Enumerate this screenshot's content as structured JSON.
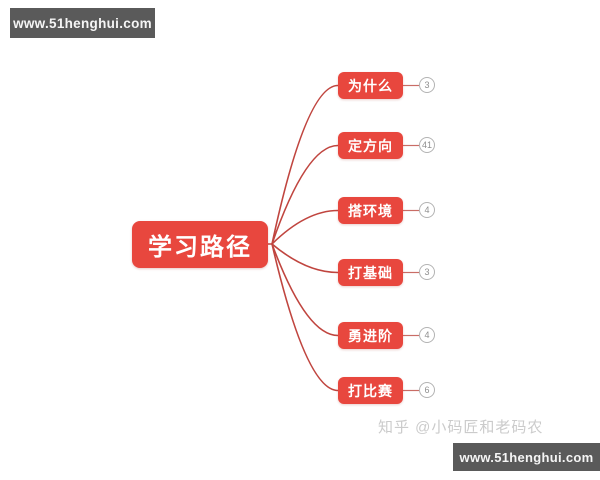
{
  "watermark": {
    "text": "www.51henghui.com"
  },
  "attribution": {
    "text": "知乎 @小码匠和老码农"
  },
  "map": {
    "root": {
      "label": "学习路径"
    },
    "children": [
      {
        "label": "为什么",
        "badge": "3"
      },
      {
        "label": "定方向",
        "badge": "41"
      },
      {
        "label": "搭环境",
        "badge": "4"
      },
      {
        "label": "打基础",
        "badge": "3"
      },
      {
        "label": "勇进阶",
        "badge": "4"
      },
      {
        "label": "打比赛",
        "badge": "6"
      }
    ]
  },
  "colors": {
    "node_fill": "#e8473e",
    "line": "#c0453f",
    "badge_border": "#b3b3b3",
    "badge_text": "#8f8f8f",
    "watermark_bg": "#5a5a5a",
    "attribution_text": "#cbcbcb",
    "background": "#ffffff"
  }
}
